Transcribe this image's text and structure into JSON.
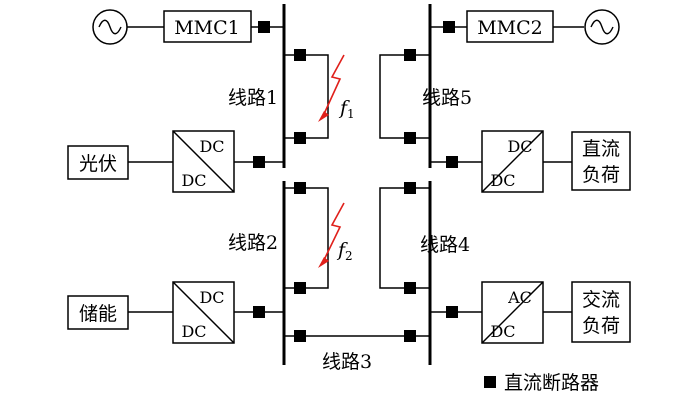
{
  "sources": {
    "left": "MMC1",
    "right": "MMC2"
  },
  "lines": {
    "l1": "线路1",
    "l2": "线路2",
    "l3": "线路3",
    "l4": "线路4",
    "l5": "线路5"
  },
  "faults": {
    "f1": "f",
    "f1_sub": "1",
    "f2": "f",
    "f2_sub": "2"
  },
  "converters": {
    "pv_dcdc": {
      "top": "DC",
      "bottom": "DC"
    },
    "storage_dcdc": {
      "top": "DC",
      "bottom": "DC"
    },
    "dcload_dcdc": {
      "top": "DC",
      "bottom": "DC"
    },
    "acload_acdc": {
      "top": "AC",
      "bottom": "DC"
    }
  },
  "devices": {
    "pv": "光伏",
    "storage": "储能",
    "dc_load": [
      "直流",
      "负荷"
    ],
    "ac_load": [
      "交流",
      "负荷"
    ]
  },
  "legend": {
    "breaker": "直流断路器"
  },
  "colors": {
    "fault": "#e0201b",
    "line": "#000000"
  }
}
